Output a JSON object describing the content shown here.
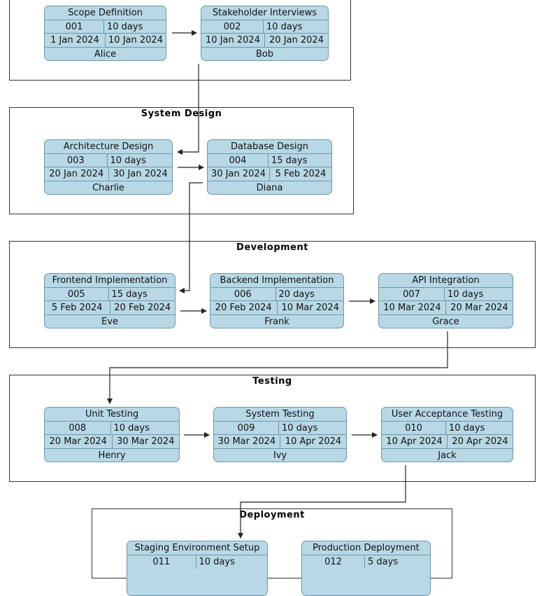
{
  "groups": [
    {
      "id": "requirements",
      "title": ""
    },
    {
      "id": "system_design",
      "title": "System Design"
    },
    {
      "id": "development",
      "title": "Development"
    },
    {
      "id": "testing",
      "title": "Testing"
    },
    {
      "id": "deployment",
      "title": "Deployment"
    }
  ],
  "tasks": [
    {
      "id": "001",
      "name": "Scope Definition",
      "duration": "10 days",
      "start": "1 Jan 2024",
      "end": "10 Jan 2024",
      "owner": "Alice"
    },
    {
      "id": "002",
      "name": "Stakeholder Interviews",
      "duration": "10 days",
      "start": "10 Jan 2024",
      "end": "20 Jan 2024",
      "owner": "Bob"
    },
    {
      "id": "003",
      "name": "Architecture Design",
      "duration": "10 days",
      "start": "20 Jan 2024",
      "end": "30 Jan 2024",
      "owner": "Charlie"
    },
    {
      "id": "004",
      "name": "Database Design",
      "duration": "15 days",
      "start": "30 Jan 2024",
      "end": "5 Feb 2024",
      "owner": "Diana"
    },
    {
      "id": "005",
      "name": "Frontend Implementation",
      "duration": "15 days",
      "start": "5 Feb 2024",
      "end": "20 Feb 2024",
      "owner": "Eve"
    },
    {
      "id": "006",
      "name": "Backend Implementation",
      "duration": "20 days",
      "start": "20 Feb 2024",
      "end": "10 Mar 2024",
      "owner": "Frank"
    },
    {
      "id": "007",
      "name": "API Integration",
      "duration": "10 days",
      "start": "10 Mar 2024",
      "end": "20 Mar 2024",
      "owner": "Grace"
    },
    {
      "id": "008",
      "name": "Unit Testing",
      "duration": "10 days",
      "start": "20 Mar 2024",
      "end": "30 Mar 2024",
      "owner": "Henry"
    },
    {
      "id": "009",
      "name": "System Testing",
      "duration": "10 days",
      "start": "30 Mar 2024",
      "end": "10 Apr 2024",
      "owner": "Ivy"
    },
    {
      "id": "010",
      "name": "User Acceptance Testing",
      "duration": "10 days",
      "start": "10 Apr 2024",
      "end": "20 Apr 2024",
      "owner": "Jack"
    },
    {
      "id": "011",
      "name": "Staging Environment Setup",
      "duration": "10 days",
      "start": "",
      "end": "",
      "owner": ""
    },
    {
      "id": "012",
      "name": "Production Deployment",
      "duration": "5 days",
      "start": "",
      "end": "",
      "owner": ""
    }
  ],
  "edges": [
    {
      "from": "001",
      "to": "002"
    },
    {
      "from": "002",
      "to": "003"
    },
    {
      "from": "003",
      "to": "004"
    },
    {
      "from": "004",
      "to": "005"
    },
    {
      "from": "005",
      "to": "006"
    },
    {
      "from": "006",
      "to": "007"
    },
    {
      "from": "007",
      "to": "008"
    },
    {
      "from": "008",
      "to": "009"
    },
    {
      "from": "009",
      "to": "010"
    },
    {
      "from": "010",
      "to": "011"
    }
  ],
  "colors": {
    "task_fill": "#b8d8e6",
    "task_border": "#6c96aa",
    "group_border": "#333333",
    "arrow": "#222222"
  }
}
